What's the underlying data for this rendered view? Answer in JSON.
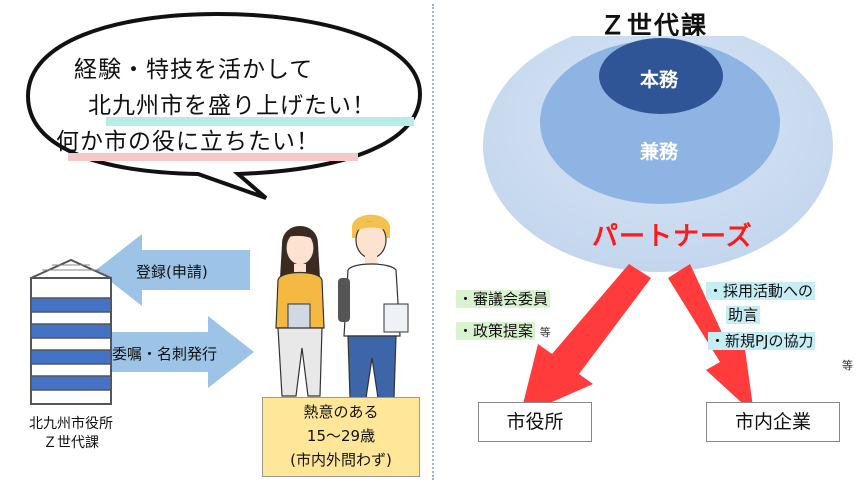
{
  "bubble": {
    "lines": [
      "経験・特技を活かして",
      "北九州市を盛り上げたい！",
      "何か市の役に立ちたい！"
    ]
  },
  "arrows": {
    "register": "登録(申請)",
    "commission": "委嘱・名刺発行"
  },
  "city_hall": {
    "line1": "北九州市役所",
    "line2": "Ｚ世代課"
  },
  "target": {
    "line1": "熱意のある",
    "line2": "15～29歳",
    "line3": "(市内外問わず)"
  },
  "z_division": {
    "title": "Ｚ世代課",
    "inner": "本務",
    "middle": "兼務",
    "outer": "パートナーズ"
  },
  "left_duties": {
    "item1": "・審議会委員",
    "item2": "・政策提案",
    "etc": "等"
  },
  "right_duties": {
    "item1a": "・採用活動への",
    "item1b": "助言",
    "item2": "・新規PJの協力",
    "etc": "等"
  },
  "destinations": {
    "city_office": "市役所",
    "companies": "市内企業"
  },
  "colors": {
    "arrow_blue": "#9dc3e6",
    "hall_dark": "#4472c4",
    "target_yellow": "#ffe699",
    "ellipse_outer": "#c5d9ef",
    "ellipse_middle": "#8eb4e3",
    "ellipse_inner": "#2f5597",
    "partners_red": "#ff1a1a"
  },
  "icons": [
    "city-hall-building-icon",
    "young-woman-figure",
    "young-man-figure"
  ]
}
